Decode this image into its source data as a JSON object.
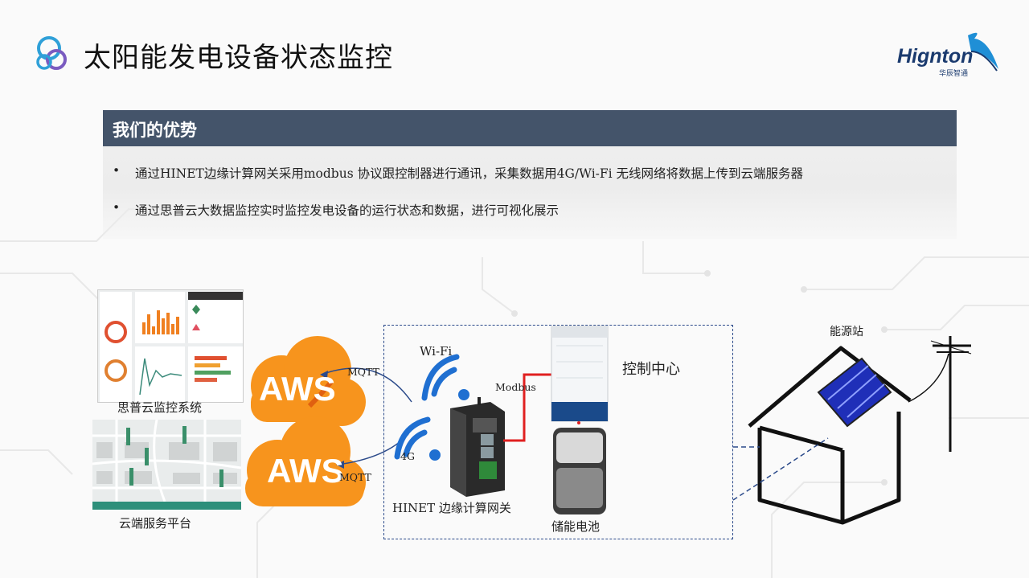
{
  "page": {
    "title": "太阳能发电设备状态监控"
  },
  "logo": {
    "name": "Hignton",
    "sub": "华辰智通"
  },
  "advantages": {
    "header": "我们的优势",
    "items": [
      "通过HINET边缘计算网关采用modbus 协议跟控制器进行通讯，采集数据用4G/Wi-Fi 无线网络将数据上传到云端服务器",
      "通过思普云大数据监控实时监控发电设备的运行状态和数据，进行可视化展示"
    ]
  },
  "diagram": {
    "monitor_system_label": "思普云监控系统",
    "cloud_platform_label": "云端服务平台",
    "aws_label_1": "AWS",
    "aws_label_2": "AWS",
    "mqtt_label_1": "MQTT",
    "mqtt_label_2": "MQTT",
    "wifi_label": "Wi-Fi",
    "g4_label": "4G",
    "modbus_label": "Modbus",
    "gateway_label": "HINET 边缘计算网关",
    "control_center_label": "控制中心",
    "battery_label": "储能电池",
    "energy_station_label": "能源站"
  },
  "colors": {
    "header_bg": "#44546a",
    "aws_orange": "#f7941d",
    "wifi_blue": "#1f6fd1",
    "dash_blue": "#2b4a8a",
    "modbus_red": "#e02020",
    "solar_blue": "#2233cc"
  }
}
